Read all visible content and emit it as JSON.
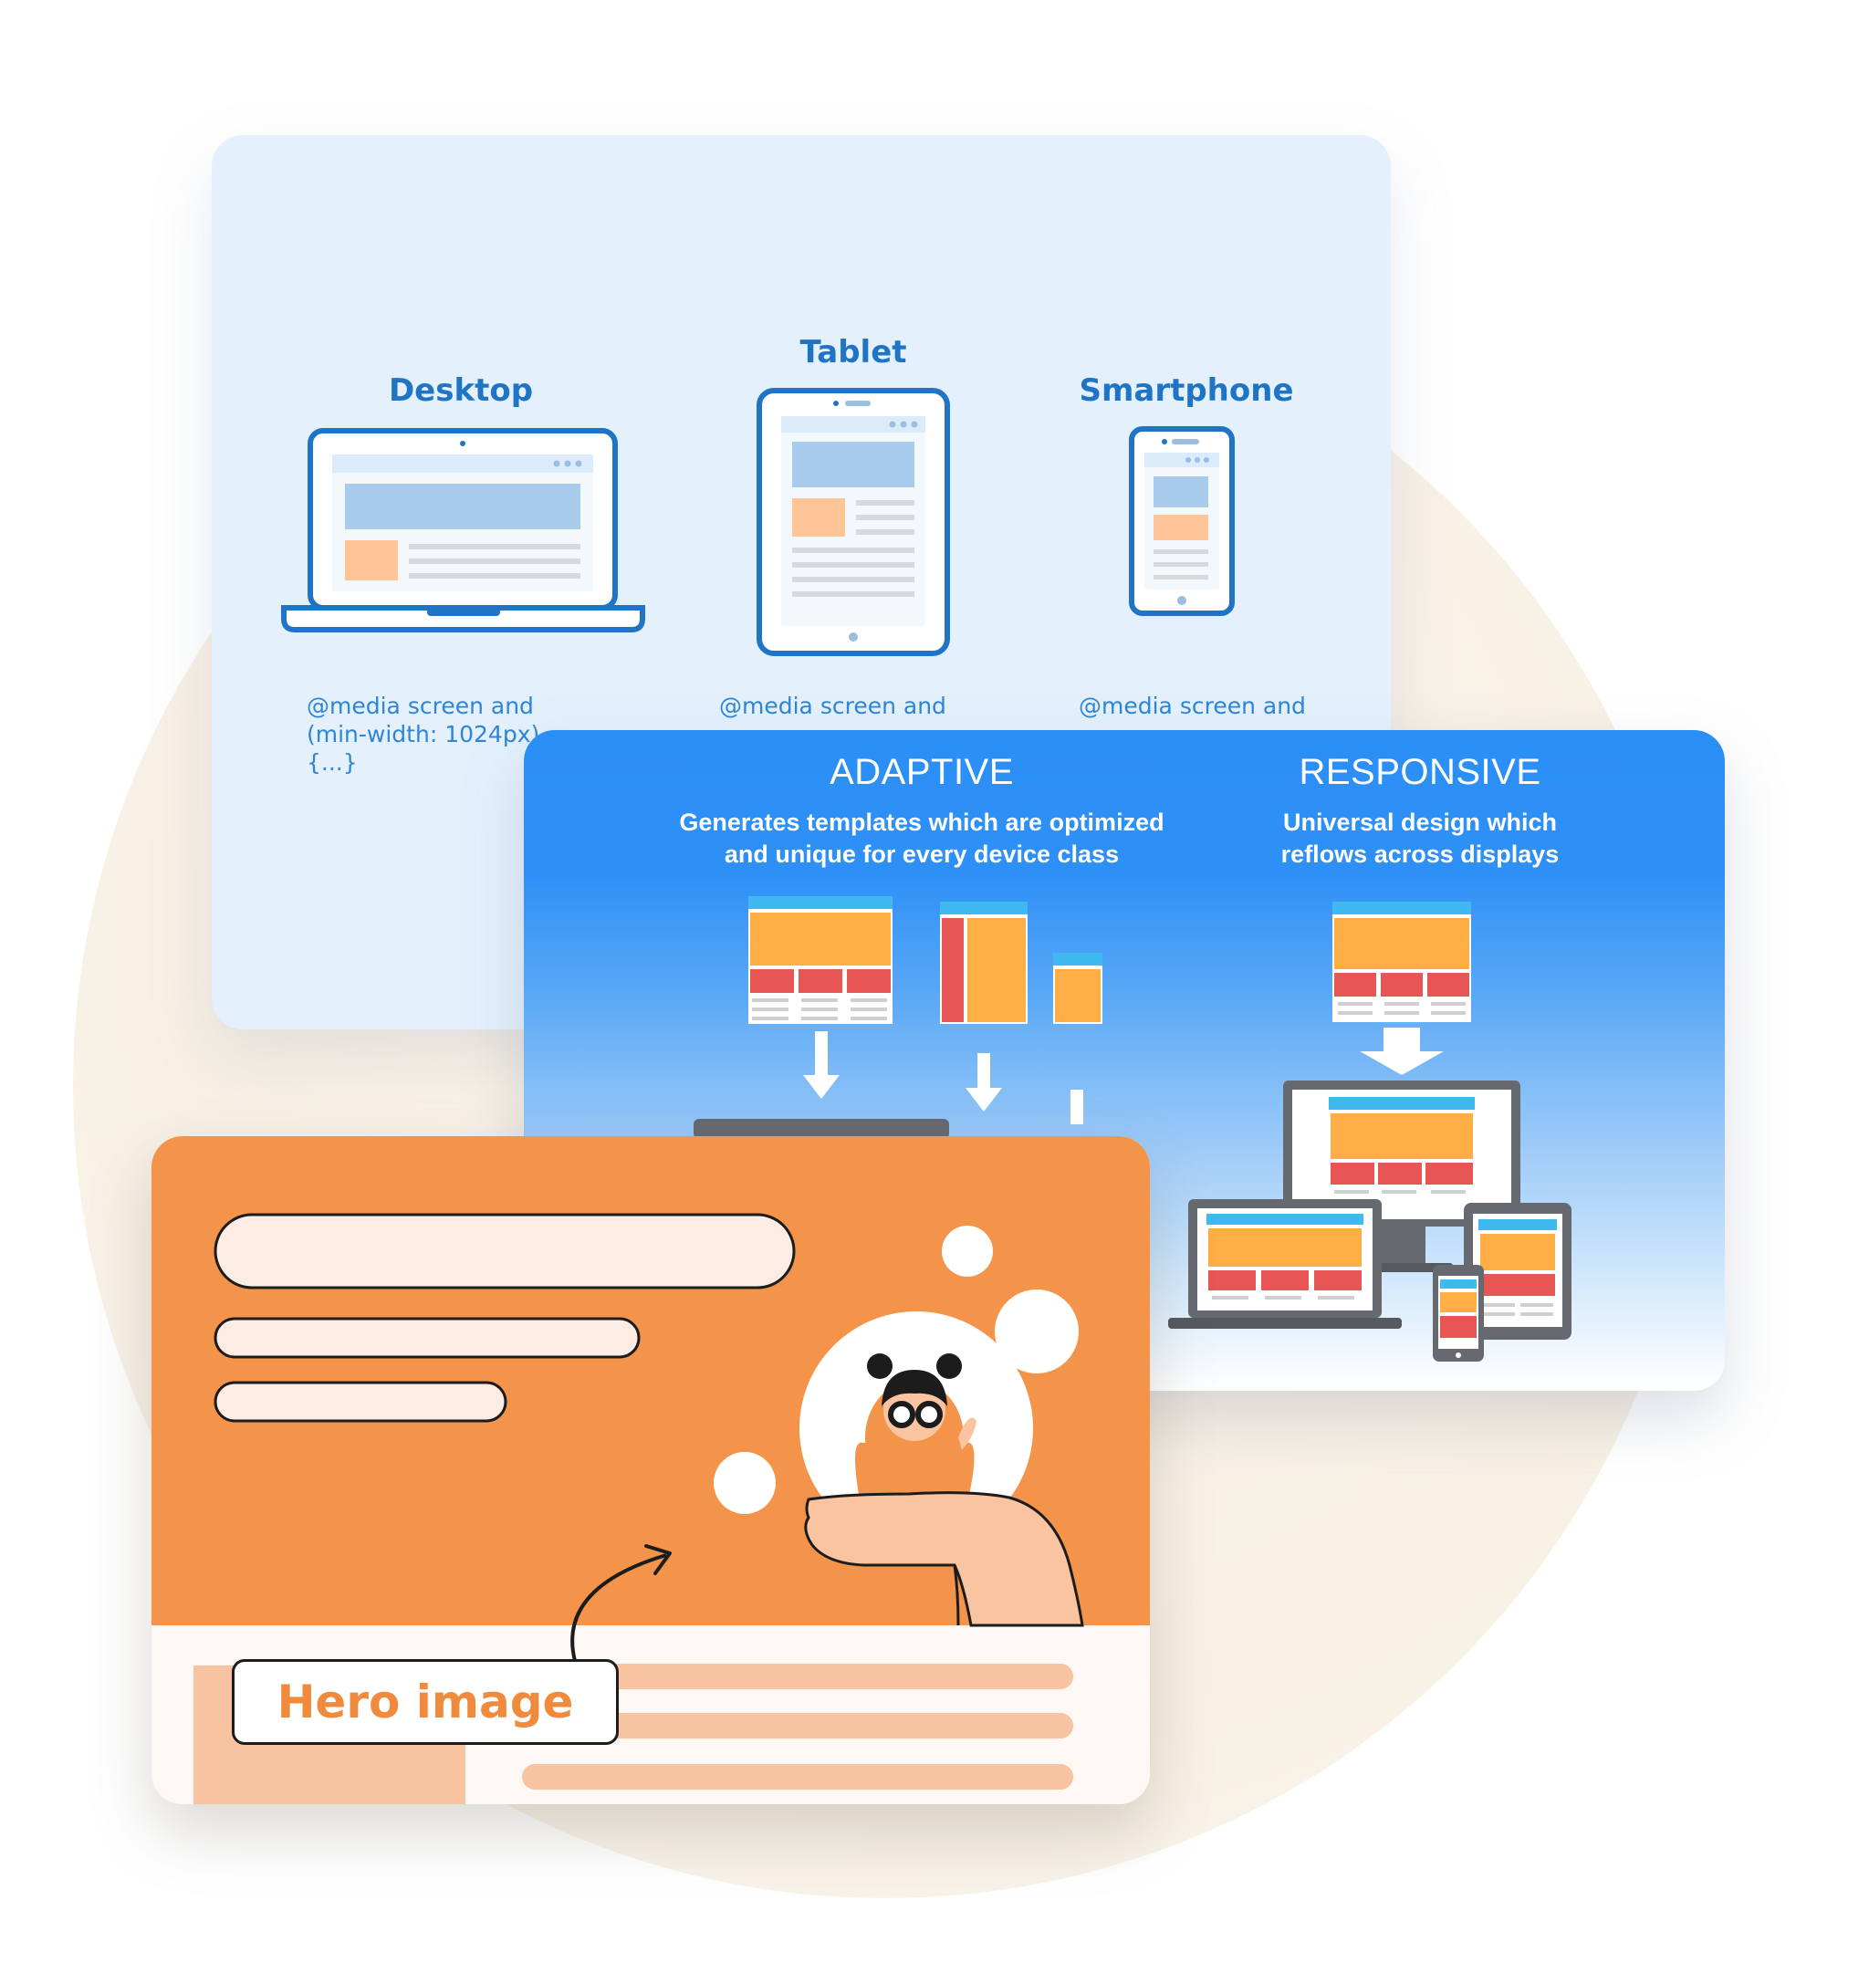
{
  "devices": {
    "desktop": {
      "title": "Desktop",
      "media": "@media screen and\n(min-width: 1024px)\n{...}"
    },
    "tablet": {
      "title": "Tablet",
      "media": "@media screen and"
    },
    "smartphone": {
      "title": "Smartphone",
      "media": "@media screen and"
    }
  },
  "comparison": {
    "adaptive": {
      "title": "ADAPTIVE",
      "subtitle": "Generates templates which are optimized\nand unique for every device class"
    },
    "responsive": {
      "title": "RESPONSIVE",
      "subtitle": "Universal design which\nreflows across displays"
    }
  },
  "hero": {
    "label": "Hero image"
  },
  "colors": {
    "device_blue": "#1f74c5",
    "card_light_blue": "#e4f1fd",
    "adaptive_blue": "#2a8ff5",
    "hero_orange": "#f4944a",
    "bar_peach": "#f8c3a0",
    "orange_block": "#ffad45",
    "red_block": "#e85555",
    "cyan_bar": "#3fb9f0"
  }
}
